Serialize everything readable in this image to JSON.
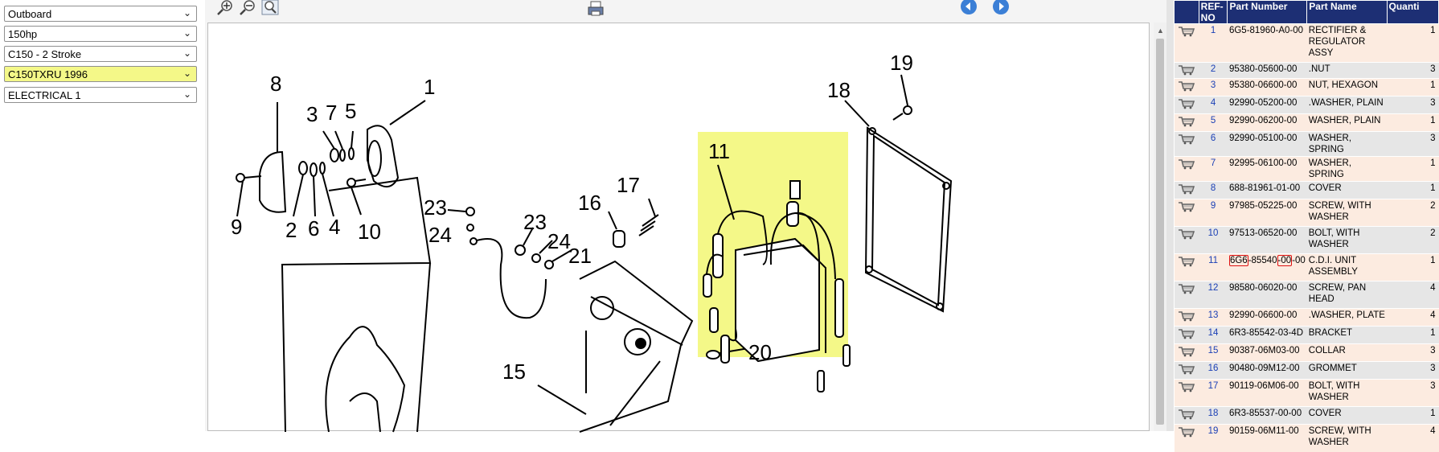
{
  "selectors": [
    {
      "value": "Outboard",
      "highlighted": false
    },
    {
      "value": "150hp",
      "highlighted": false
    },
    {
      "value": "C150 - 2 Stroke",
      "highlighted": false
    },
    {
      "value": "C150TXRU 1996",
      "highlighted": true
    },
    {
      "value": "ELECTRICAL 1",
      "highlighted": false
    }
  ],
  "toolbar": {
    "icons": [
      "zoom-in-icon",
      "zoom-out-icon",
      "zoom-fit-icon",
      "print-icon",
      "previous-page-icon",
      "next-page-icon"
    ]
  },
  "diagram": {
    "callouts": [
      "1",
      "2",
      "3",
      "4",
      "5",
      "6",
      "7",
      "8",
      "9",
      "10",
      "11",
      "15",
      "16",
      "17",
      "18",
      "19",
      "20",
      "21",
      "23",
      "24",
      "23",
      "24"
    ],
    "highlight_color": "#f4f888",
    "highlighted_callout": "11"
  },
  "parts_table": {
    "headers": {
      "ref_no": "REF-NO",
      "part_number": "Part Number",
      "part_name": "Part Name",
      "quantity": "Quanti"
    },
    "rows": [
      {
        "ref": "1",
        "part_number": "6G5-81960-A0-00",
        "name": "RECTIFIER & REGULATOR ASSY",
        "qty": "1"
      },
      {
        "ref": "2",
        "part_number": "95380-05600-00",
        "name": ".NUT",
        "qty": "3"
      },
      {
        "ref": "3",
        "part_number": "95380-06600-00",
        "name": "NUT, HEXAGON",
        "qty": "1"
      },
      {
        "ref": "4",
        "part_number": "92990-05200-00",
        "name": ".WASHER, PLAIN",
        "qty": "3"
      },
      {
        "ref": "5",
        "part_number": "92990-06200-00",
        "name": "WASHER, PLAIN",
        "qty": "1"
      },
      {
        "ref": "6",
        "part_number": "92990-05100-00",
        "name": "WASHER, SPRING",
        "qty": "3"
      },
      {
        "ref": "7",
        "part_number": "92995-06100-00",
        "name": "WASHER, SPRING",
        "qty": "1"
      },
      {
        "ref": "8",
        "part_number": "688-81961-01-00",
        "name": "COVER",
        "qty": "1"
      },
      {
        "ref": "9",
        "part_number": "97985-05225-00",
        "name": "SCREW, WITH WASHER",
        "qty": "2"
      },
      {
        "ref": "10",
        "part_number": "97513-06520-00",
        "name": "BOLT, WITH WASHER",
        "qty": "2"
      },
      {
        "ref": "11",
        "part_number": "6G6-85540-00-00",
        "pn_segments": [
          "6G6",
          "-85540",
          "-00",
          "-00"
        ],
        "pn_boxed": [
          0,
          2
        ],
        "name": "C.D.I. UNIT ASSEMBLY",
        "qty": "1"
      },
      {
        "ref": "12",
        "part_number": "98580-06020-00",
        "name": "SCREW, PAN HEAD",
        "qty": "4"
      },
      {
        "ref": "13",
        "part_number": "92990-06600-00",
        "name": ".WASHER, PLATE",
        "qty": "4"
      },
      {
        "ref": "14",
        "part_number": "6R3-85542-03-4D",
        "name": "BRACKET",
        "qty": "1"
      },
      {
        "ref": "15",
        "part_number": "90387-06M03-00",
        "name": "COLLAR",
        "qty": "3"
      },
      {
        "ref": "16",
        "part_number": "90480-09M12-00",
        "name": "GROMMET",
        "qty": "3"
      },
      {
        "ref": "17",
        "part_number": "90119-06M06-00",
        "name": "BOLT, WITH WASHER",
        "qty": "3"
      },
      {
        "ref": "18",
        "part_number": "6R3-85537-00-00",
        "name": "COVER",
        "qty": "1"
      },
      {
        "ref": "19",
        "part_number": "90159-06M11-00",
        "name": "SCREW, WITH WASHER",
        "qty": "4"
      }
    ]
  },
  "colors": {
    "header_bg": "#1d2f74",
    "row_odd": "#fcebe0",
    "row_even": "#e6e6e6",
    "ref_link": "#1a3fb5",
    "highlight": "#f4f888",
    "part_box": "#dd1111"
  }
}
